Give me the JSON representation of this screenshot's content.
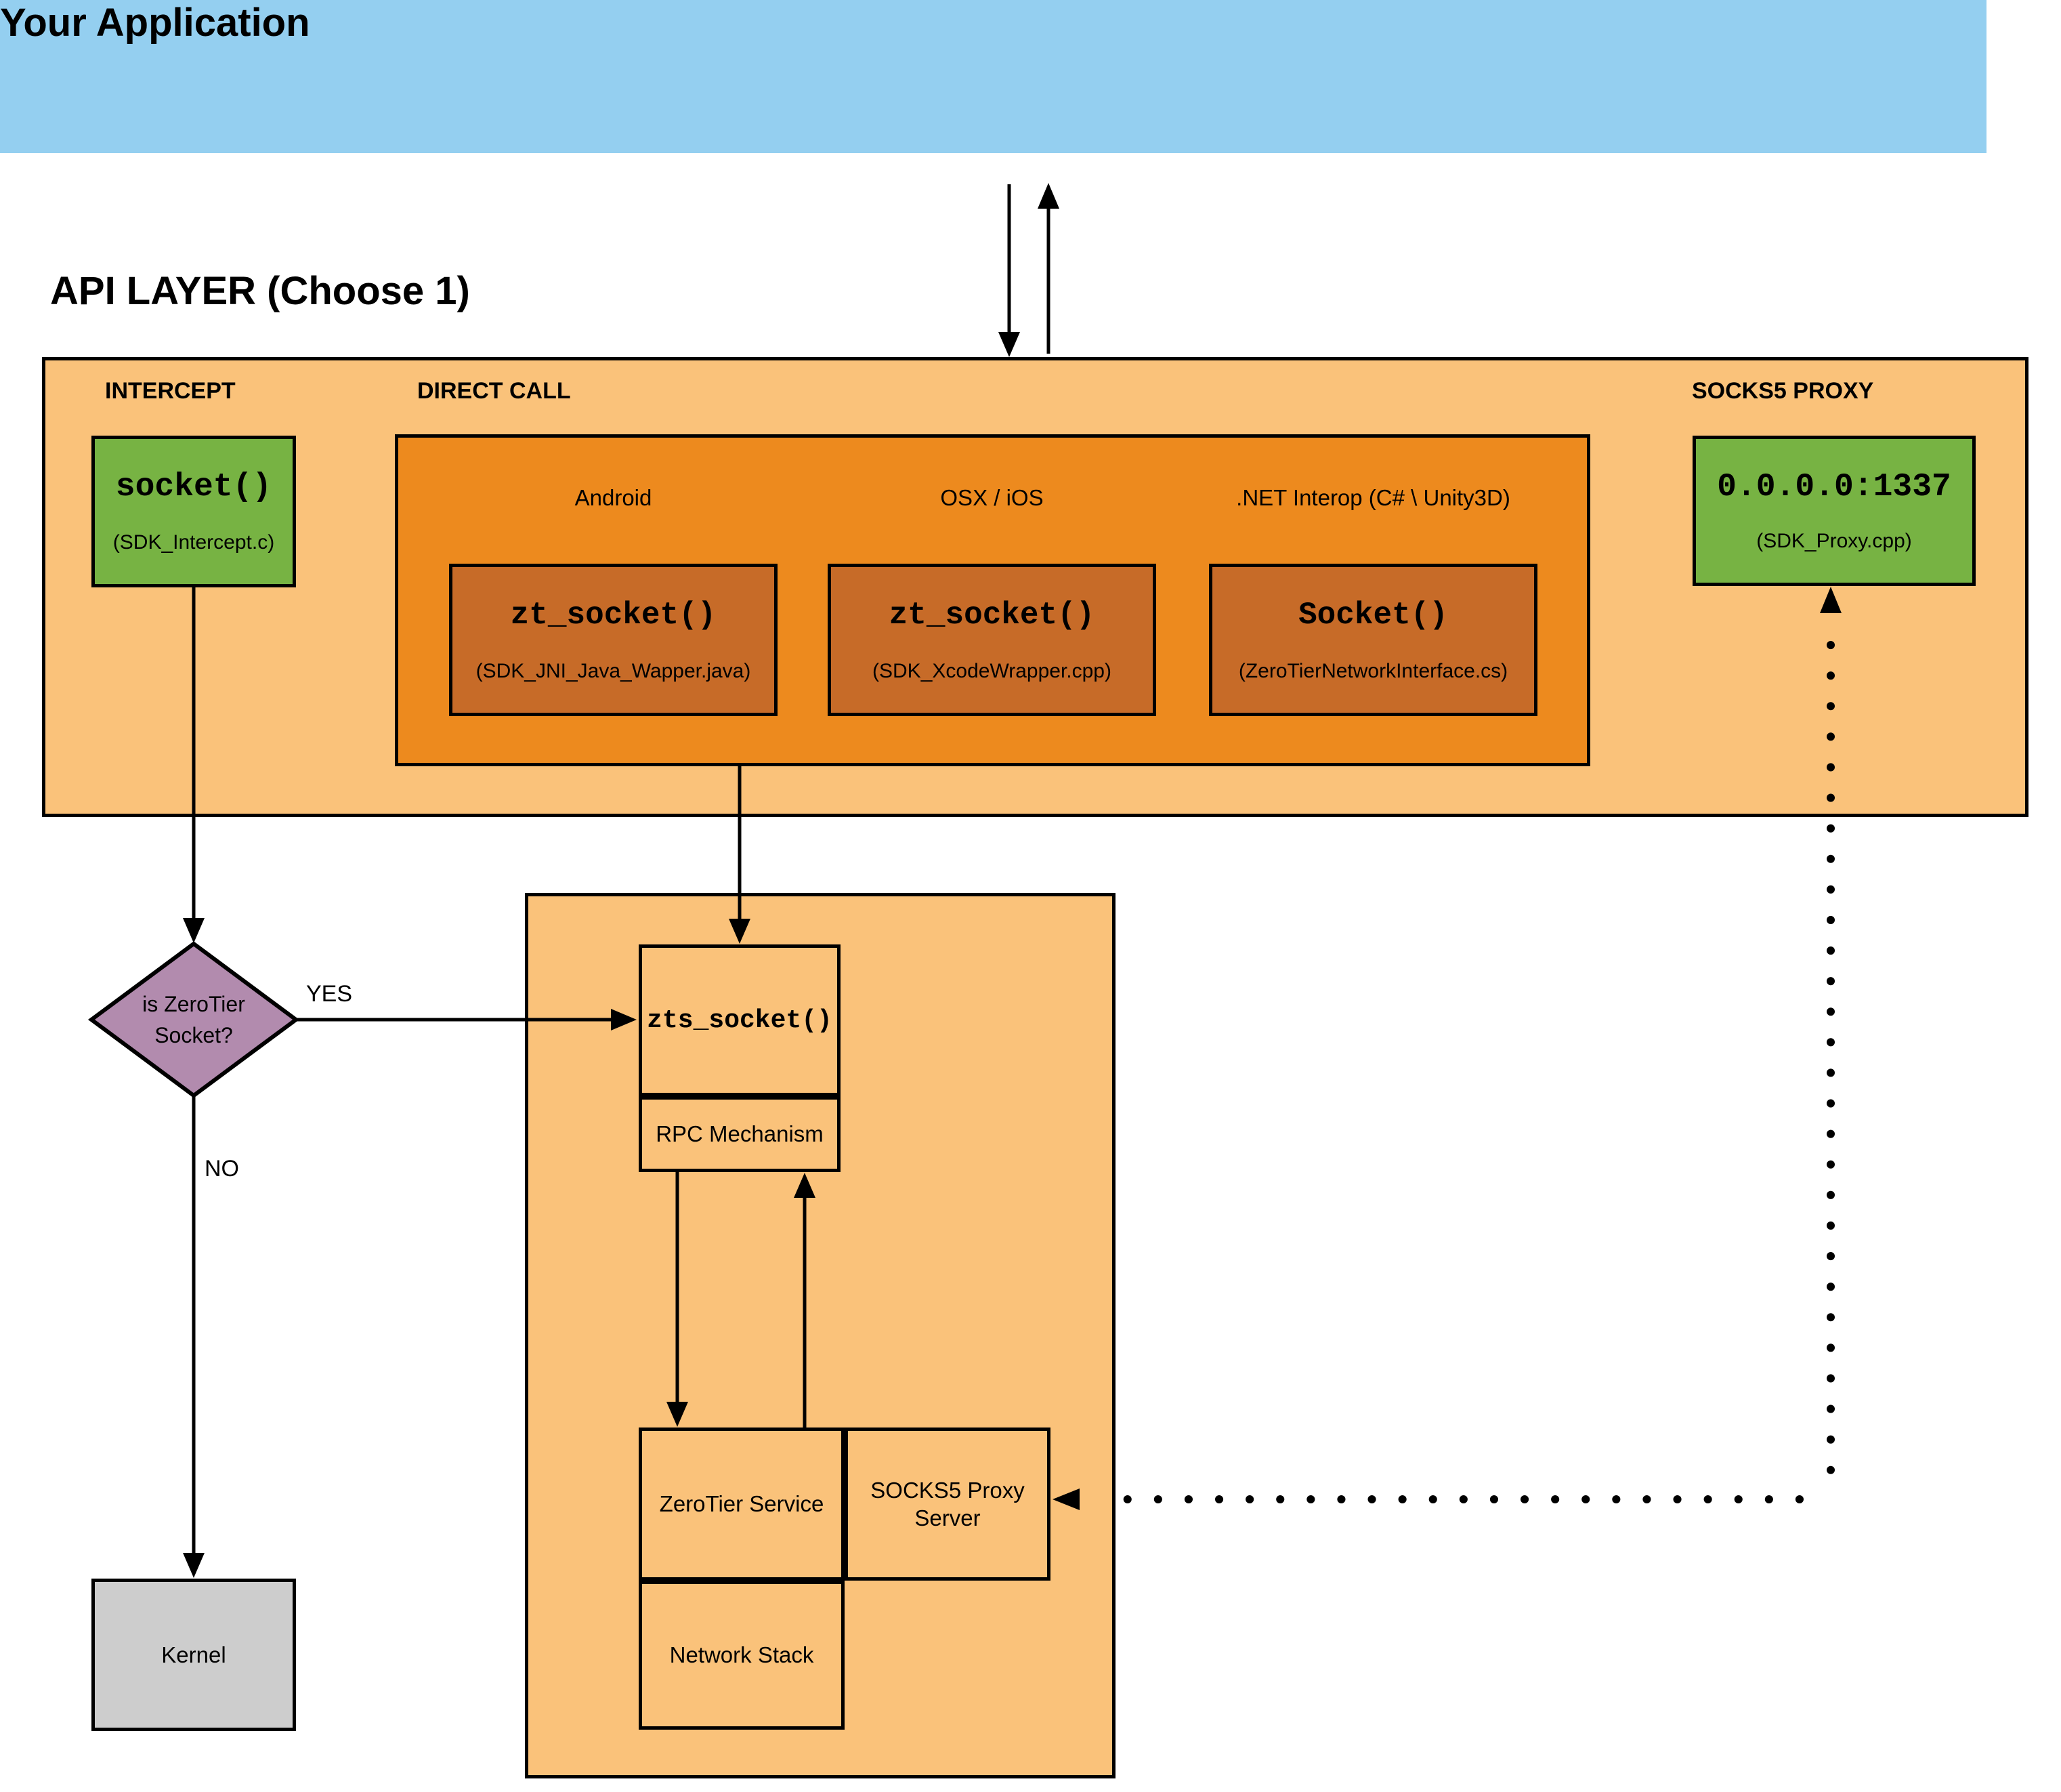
{
  "app": {
    "title": "Your Application"
  },
  "api_layer": {
    "heading": "API LAYER (Choose 1)",
    "intercept": {
      "label": "INTERCEPT",
      "box_title": "socket()",
      "box_subtitle": "(SDK_Intercept.c)"
    },
    "direct_call": {
      "label": "DIRECT CALL",
      "platforms": [
        {
          "name": "Android",
          "fn": "zt_socket()",
          "file": "(SDK_JNI_Java_Wapper.java)"
        },
        {
          "name": "OSX / iOS",
          "fn": "zt_socket()",
          "file": "(SDK_XcodeWrapper.cpp)"
        },
        {
          "name": ".NET Interop (C# \\ Unity3D)",
          "fn": "Socket()",
          "file": "(ZeroTierNetworkInterface.cs)"
        }
      ]
    },
    "socks5_proxy": {
      "label": "SOCKS5 PROXY",
      "box_title": "0.0.0.0:1337",
      "box_subtitle": "(SDK_Proxy.cpp)"
    }
  },
  "decision": {
    "line1": "is ZeroTier",
    "line2": "Socket?",
    "yes_label": "YES",
    "no_label": "NO"
  },
  "service_stack": {
    "zts_title": "zts_socket()",
    "rpc_label": "RPC Mechanism",
    "zerotier_service": "ZeroTier Service",
    "socks5_server": "SOCKS5 Proxy Server",
    "network_stack": "Network Stack"
  },
  "kernel": {
    "label": "Kernel"
  },
  "colors": {
    "app_fill": "#94CFF0",
    "band_fill": "#FAC27A",
    "direct_call_fill": "#ED8A1E",
    "platform_box_fill": "#C76B28",
    "green_fill": "#77B343",
    "diamond_fill": "#B28BAE",
    "kernel_fill": "#CDCDCD",
    "line_color": "#000000"
  }
}
